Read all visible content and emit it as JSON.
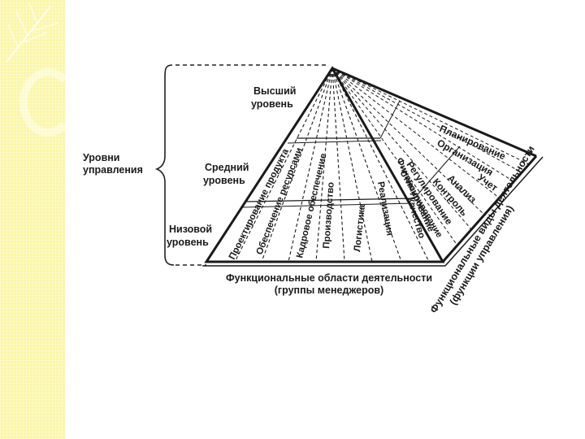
{
  "levels_group_label": [
    "Уровни",
    "управления"
  ],
  "levels": [
    {
      "name": [
        "Высший",
        "уровень"
      ]
    },
    {
      "name": [
        "Средний",
        "уровень"
      ]
    },
    {
      "name": [
        "Низовой",
        "уровень"
      ]
    }
  ],
  "functional_areas": [
    "Проектирование продукта",
    "Обеспечение ресурсами",
    "Кадровое обеспечение",
    "Производство",
    "Логистика",
    "Реализация",
    "Качество",
    "Финансирование"
  ],
  "functional_areas_caption": [
    "Функциональные области деятельности",
    "(группы менеджеров)"
  ],
  "management_functions": [
    "Планирование",
    "Организация",
    "Учет",
    "Анализ",
    "Контроль",
    "Регулирование",
    "Стимулирование"
  ],
  "management_functions_caption": [
    "Функциональные виды деятельности",
    "(функции управления)"
  ]
}
